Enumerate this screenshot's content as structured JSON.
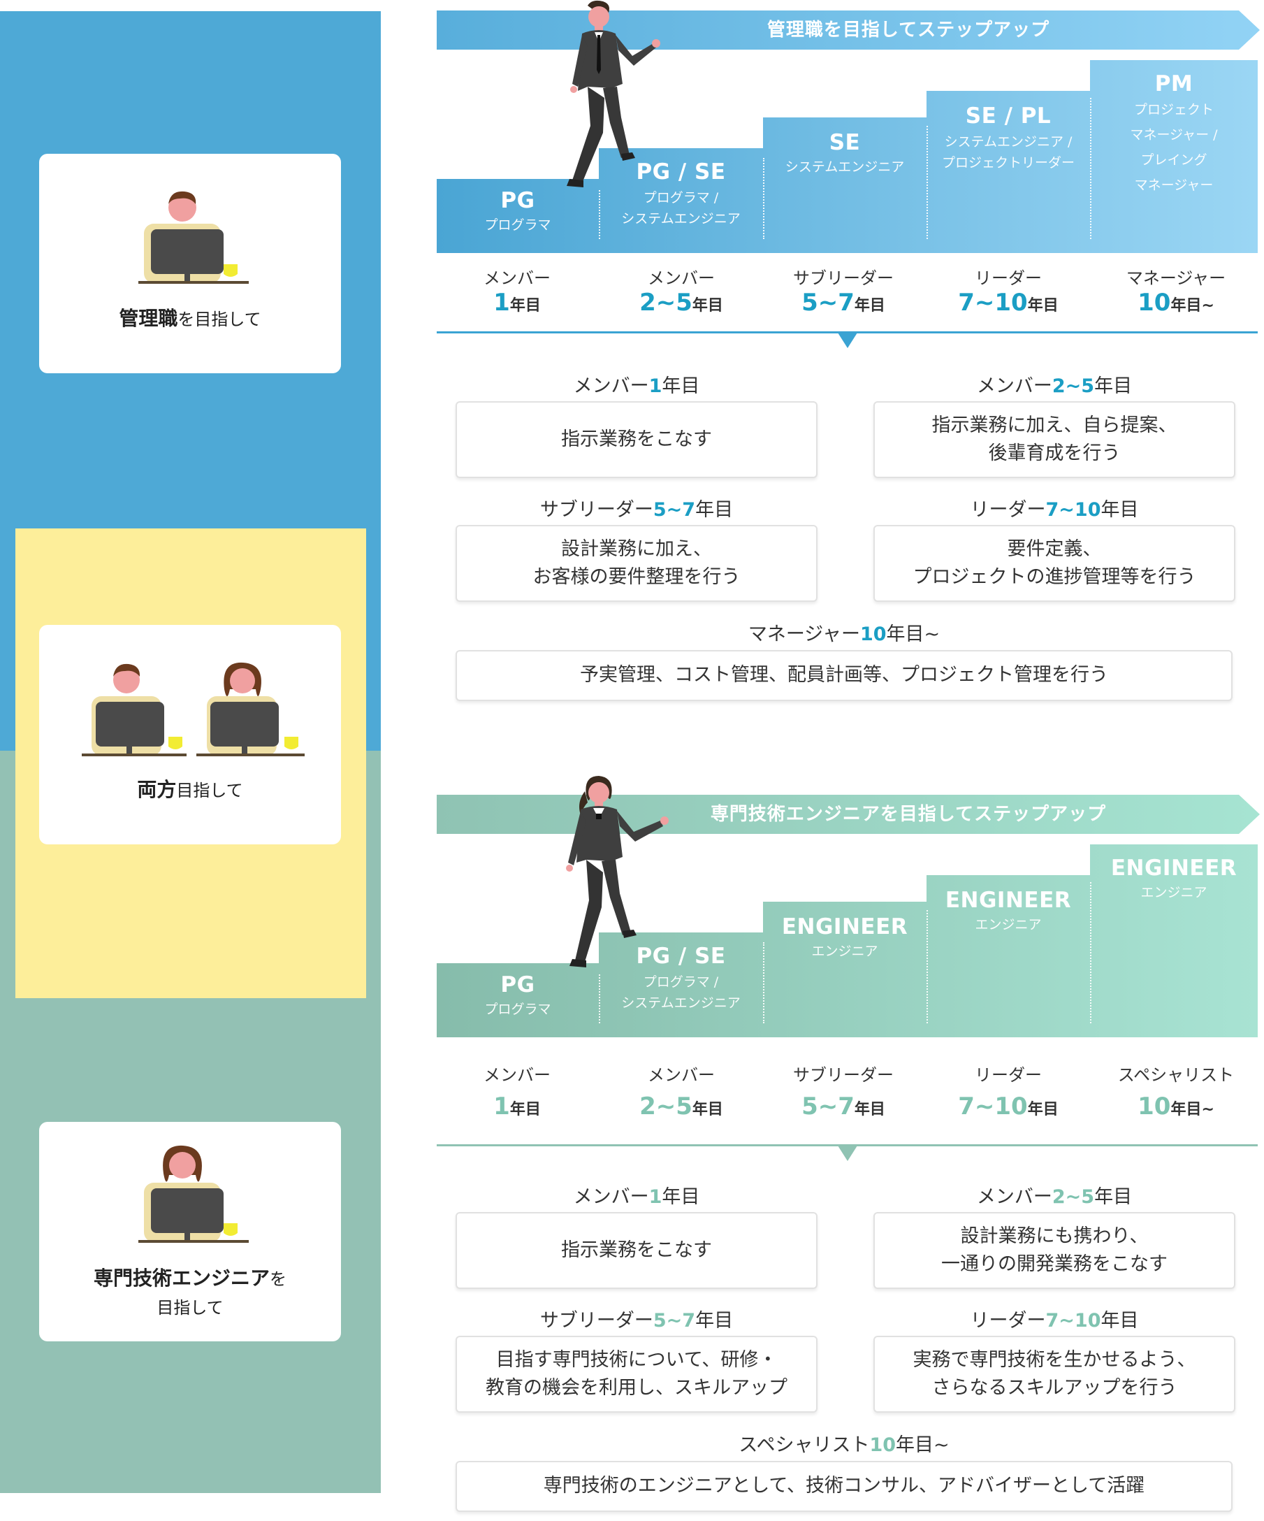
{
  "sidebar": {
    "card1": {
      "label_bold": "管理職",
      "label_rest": "を目指して"
    },
    "card2": {
      "label_bold": "両方",
      "label_rest": "目指して"
    },
    "card3": {
      "label_bold": "専門技術エンジニア",
      "label_rest": "を",
      "label_line2": "目指して"
    }
  },
  "management": {
    "banner": "管理職を目指してステップアップ",
    "steps": [
      {
        "title": "PG",
        "sub": "プログラマ"
      },
      {
        "title": "PG / SE",
        "sub": "プログラマ /\nシステムエンジニア"
      },
      {
        "title": "SE",
        "sub": "システムエンジニア"
      },
      {
        "title": "SE / PL",
        "sub": "システムエンジニア /\nプロジェクトリーダー"
      },
      {
        "title": "PM",
        "sub": "プロジェクト\nマネージャー /\nプレイング\nマネージャー"
      }
    ],
    "ranks": [
      {
        "name": "メンバー",
        "year": "1",
        "unit": "年目"
      },
      {
        "name": "メンバー",
        "year": "2~5",
        "unit": "年目"
      },
      {
        "name": "サブリーダー",
        "year": "5~7",
        "unit": "年目"
      },
      {
        "name": "リーダー",
        "year": "7~10",
        "unit": "年目"
      },
      {
        "name": "マネージャー",
        "year": "10",
        "unit": "年目~"
      }
    ],
    "details": [
      {
        "name": "メンバー",
        "num": "1",
        "unit": "年目",
        "text": "指示業務をこなす"
      },
      {
        "name": "メンバー",
        "num": "2~5",
        "unit": "年目",
        "text": "指示業務に加え、自ら提案、\n後輩育成を行う"
      },
      {
        "name": "サブリーダー",
        "num": "5~7",
        "unit": "年目",
        "text": "設計業務に加え、\nお客様の要件整理を行う"
      },
      {
        "name": "リーダー",
        "num": "7~10",
        "unit": "年目",
        "text": "要件定義、\nプロジェクトの進捗管理等を行う"
      },
      {
        "name": "マネージャー",
        "num": "10",
        "unit": "年目~",
        "text": "予実管理、コスト管理、配員計画等、プロジェクト管理を行う"
      }
    ]
  },
  "engineer": {
    "banner": "専門技術エンジニアを目指してステップアップ",
    "steps": [
      {
        "title": "PG",
        "sub": "プログラマ"
      },
      {
        "title": "PG / SE",
        "sub": "プログラマ /\nシステムエンジニア"
      },
      {
        "title": "ENGINEER",
        "sub": "エンジニア"
      },
      {
        "title": "ENGINEER",
        "sub": "エンジニア"
      },
      {
        "title": "ENGINEER",
        "sub": "エンジニア"
      }
    ],
    "ranks": [
      {
        "name": "メンバー",
        "year": "1",
        "unit": "年目"
      },
      {
        "name": "メンバー",
        "year": "2~5",
        "unit": "年目"
      },
      {
        "name": "サブリーダー",
        "year": "5~7",
        "unit": "年目"
      },
      {
        "name": "リーダー",
        "year": "7~10",
        "unit": "年目"
      },
      {
        "name": "スペシャリスト",
        "year": "10",
        "unit": "年目~"
      }
    ],
    "details": [
      {
        "name": "メンバー",
        "num": "1",
        "unit": "年目",
        "text": "指示業務をこなす"
      },
      {
        "name": "メンバー",
        "num": "2~5",
        "unit": "年目",
        "text": "設計業務にも携わり、\n一通りの開発業務をこなす"
      },
      {
        "name": "サブリーダー",
        "num": "5~7",
        "unit": "年目",
        "text": "目指す専門技術について、研修・\n教育の機会を利用し、スキルアップ"
      },
      {
        "name": "リーダー",
        "num": "7~10",
        "unit": "年目",
        "text": "実務で専門技術を生かせるよう、\nさらなるスキルアップを行う"
      },
      {
        "name": "スペシャリスト",
        "num": "10",
        "unit": "年目~",
        "text": "専門技術のエンジニアとして、技術コンサル、アドバイザーとして活躍"
      }
    ]
  },
  "colors": {
    "blue_accent": "#1b9ec4",
    "green_accent": "#7fc3b0",
    "blue_band": "#4ea9d6",
    "green_band": "#93c1b4",
    "yellow_band": "#fdee9a"
  }
}
